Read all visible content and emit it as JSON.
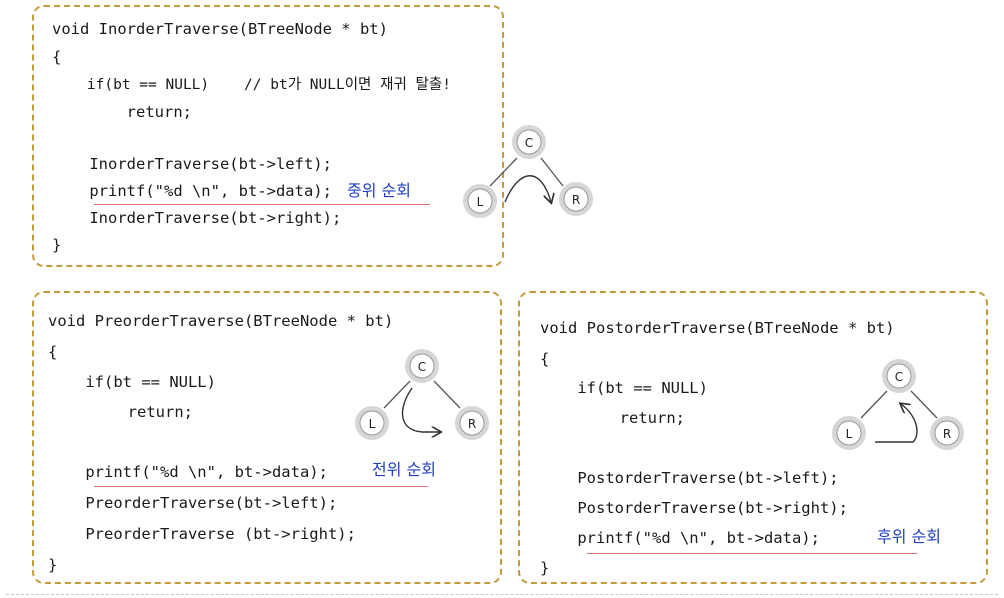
{
  "inorder": {
    "lines": [
      "void InorderTraverse(BTreeNode * bt)",
      "{",
      "    if(bt == NULL)    // bt가 NULL이면 재귀 탈출!",
      "        return;",
      "",
      "    InorderTraverse(bt->left);",
      "    printf(\"%d \\n\", bt->data);",
      "    InorderTraverse(bt->right);",
      "}"
    ],
    "label": "중위 순회",
    "tree": {
      "root": "C",
      "left": "L",
      "right": "R"
    }
  },
  "preorder": {
    "lines": [
      "void PreorderTraverse(BTreeNode * bt)",
      "{",
      "    if(bt == NULL)",
      "        return;",
      "",
      "    printf(\"%d \\n\", bt->data);",
      "    PreorderTraverse(bt->left);",
      "    PreorderTraverse (bt->right);",
      "}"
    ],
    "label": "전위 순회",
    "tree": {
      "root": "C",
      "left": "L",
      "right": "R"
    }
  },
  "postorder": {
    "lines": [
      "void PostorderTraverse(BTreeNode * bt)",
      "{",
      "    if(bt == NULL)",
      "        return;",
      "",
      "    PostorderTraverse(bt->left);",
      "    PostorderTraverse(bt->right);",
      "    printf(\"%d \\n\", bt->data);",
      "}"
    ],
    "label": "후위 순회",
    "tree": {
      "root": "C",
      "left": "L",
      "right": "R"
    }
  },
  "colors": {
    "border": "#c49a3a",
    "label": "#1f3fbf",
    "underline": "#e0707a"
  }
}
